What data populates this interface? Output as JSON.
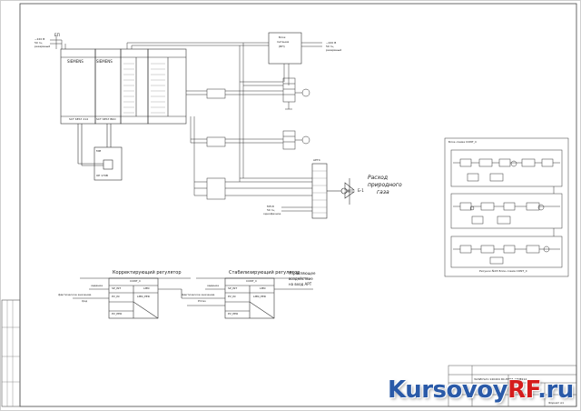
{
  "sheet": {
    "pp_label": "БП",
    "power_in": "~220 В",
    "power_in_sub1": "50 гц",
    "power_in_sub2": "резервный",
    "power_out": "~220 В",
    "power_out_sub1": "50 гц",
    "power_out_sub2": "резервный",
    "power_unit_label1": "Блок",
    "power_unit_label2": "питания",
    "power_unit_label3": "(БП)",
    "siemens_1": "SIEMENS",
    "siemens_2": "SIEMENS",
    "module_1_name": "SCT 6ES7 214",
    "module_2_name": "SCT 6ES7 BKO",
    "operator_panel_top": "MPI",
    "operator_panel": "OP 170B",
    "actuator_label": "АРТ4",
    "flow_label_1": "Расход",
    "flow_label_2": "природного",
    "flow_label_3": "газа",
    "valve_label": "Б-1",
    "sensor_signal_1": "МП-8",
    "sensor_signal_2": "50 гц",
    "sensor_signal_3": "однофазное",
    "regulator_1_title": "Корректирующий регулятор",
    "regulator_2_title": "Стабилизирующий регулятор",
    "output_label_1": "Управляющее",
    "output_label_2": "воздействие",
    "output_label_3": "на вход АРТ",
    "setpoint_label_1": "задание",
    "setpoint_label_2": "задание",
    "actual_value_1": "фактическое значение",
    "actual_value_1b": "Qкд",
    "actual_value_2": "фактическое значение",
    "actual_value_2b": "Рпгаз",
    "block_cont_1": "CONT_C",
    "block_cont_2": "CONT_C",
    "block_sp_1": "SP_INT",
    "block_sp_2": "SP_INT",
    "block_pv_1": "PV_IN",
    "block_pv_2": "PV_IN",
    "block_lmn_1": "LMN",
    "block_lmn_2": "LMN",
    "block_lmnper_1": "LMN_PER",
    "block_lmnper_2": "LMN_PER",
    "block_pvper_1": "PV_PER",
    "block_pvper_2": "PV_PER",
    "inset_title": "Блок-схема CONT_C",
    "inset_caption": "Рисунок №03 Блок-схема CONT_C",
    "title_block_text": "ЗАЗИСЧАЧ 140404 ЯС-НЕПЗ-АЗИЕ214",
    "sheet_number": "Формат А1"
  },
  "watermark": {
    "left": "Kursovoy",
    "right": "RF",
    "tail": ".ru"
  }
}
